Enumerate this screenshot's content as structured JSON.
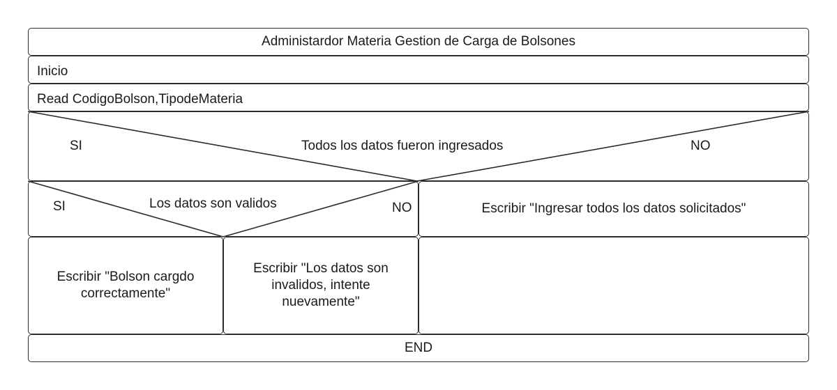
{
  "title": "Administardor Materia Gestion de Carga de Bolsones",
  "steps": {
    "start": "Inicio",
    "read": "Read  CodigoBolson,TipodeMateria",
    "end": "END"
  },
  "decision_outer": {
    "question": "Todos los datos fueron ingresados",
    "yes_label": "SI",
    "no_label": "NO",
    "no_action": "Escribir \"Ingresar todos los datos solicitados\""
  },
  "decision_inner": {
    "question": "Los datos son validos",
    "yes_label": "SI",
    "no_label": "NO",
    "yes_action": "Escribir \"Bolson cargdo correctamente\"",
    "no_action": "Escribir \"Los datos son invalidos, intente nuevamente\""
  }
}
